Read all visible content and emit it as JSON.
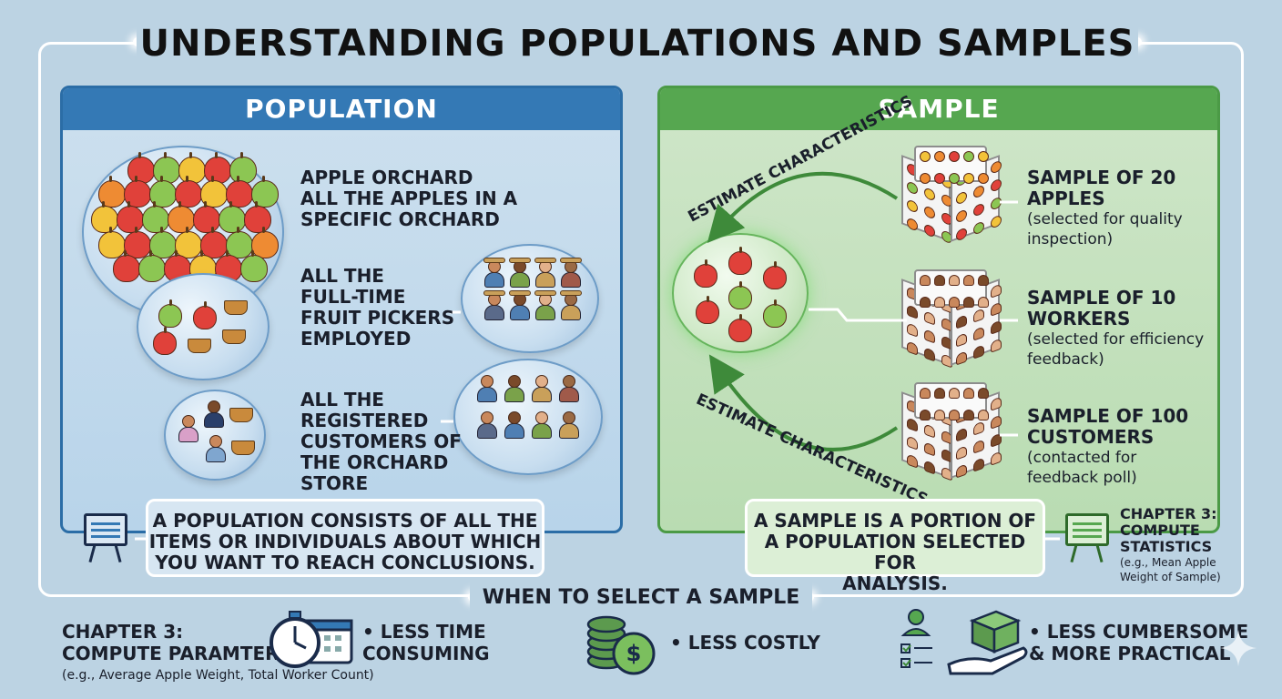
{
  "title": "UNDERSTANDING POPULATIONS AND SAMPLES",
  "population": {
    "header": "POPULATION",
    "items": [
      {
        "label_lines": [
          "APPLE ORCHARD",
          "ALL THE APPLES IN A",
          "SPECIFIC ORCHARD"
        ]
      },
      {
        "label_lines": [
          "ALL THE",
          "FULL-TIME",
          "FRUIT PICKERS",
          "EMPLOYED"
        ]
      },
      {
        "label_lines": [
          "ALL THE",
          "REGISTERED",
          "CUSTOMERS OF",
          "THE ORCHARD",
          "STORE"
        ]
      }
    ],
    "definition_lines": [
      "A POPULATION CONSISTS OF ALL THE",
      "ITEMS OR INDIVIDUALS ABOUT WHICH",
      "YOU WANT TO REACH CONCLUSIONS."
    ]
  },
  "sample": {
    "header": "SAMPLE",
    "arrow_top_label": "ESTIMATE CHARACTERISTICS",
    "arrow_bottom_label": "ESTIMATE CHARACTERISTICS",
    "items": [
      {
        "title_lines": [
          "SAMPLE OF 20",
          "APPLES"
        ],
        "detail_lines": [
          "(selected for quality",
          "inspection)"
        ]
      },
      {
        "title_lines": [
          "SAMPLE OF 10",
          "WORKERS"
        ],
        "detail_lines": [
          "(selected for efficiency",
          "feedback)"
        ]
      },
      {
        "title_lines": [
          "SAMPLE OF 100",
          "CUSTOMERS"
        ],
        "detail_lines": [
          "(contacted for",
          "feedback poll)"
        ]
      }
    ],
    "definition_lines": [
      "A SAMPLE IS A PORTION OF",
      "A POPULATION SELECTED FOR",
      "ANALYSIS."
    ],
    "chapter_title_lines": [
      "CHAPTER 3:",
      "COMPUTE",
      "STATISTICS"
    ],
    "chapter_detail_lines": [
      "(e.g., Mean Apple",
      "Weight of Sample)"
    ]
  },
  "bottom": {
    "title": "WHEN TO SELECT A SAMPLE",
    "chapter_title_lines": [
      "CHAPTER 3:",
      "COMPUTE PARAMTERS"
    ],
    "chapter_detail": "(e.g., Average Apple Weight, Total Worker Count)",
    "reasons": [
      {
        "icon": "stopwatch-calendar-icon",
        "lines": [
          "• LESS TIME",
          "CONSUMING"
        ]
      },
      {
        "icon": "coins-dollar-icon",
        "lines": [
          "• LESS COSTLY"
        ]
      },
      {
        "icon": "hand-box-checklist-icon",
        "lines": [
          "• LESS CUMBERSOME",
          "& MORE PRACTICAL"
        ]
      }
    ]
  },
  "colors": {
    "population_accent": "#3479b5",
    "sample_accent": "#56a750",
    "background": "#bcd3e3"
  }
}
